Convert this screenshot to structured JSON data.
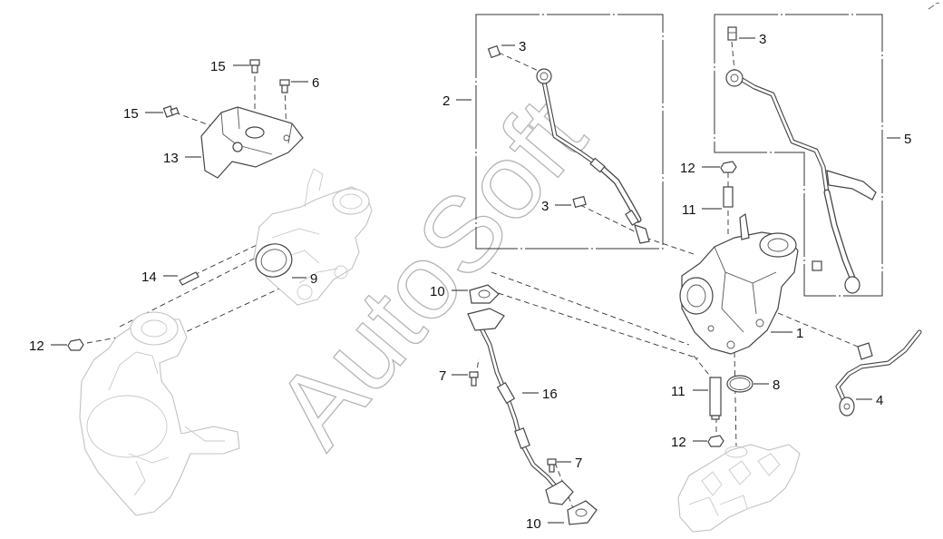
{
  "callouts": {
    "c15a": "15",
    "c6": "6",
    "c15b": "15",
    "c13": "13",
    "c14": "14",
    "c9": "9",
    "c12a": "12",
    "c3a": "3",
    "c2": "2",
    "c3b": "3",
    "c3c": "3",
    "c5": "5",
    "c12b": "12",
    "c11a": "11",
    "c10a": "10",
    "c1": "1",
    "c4": "4",
    "c7a": "7",
    "c16": "16",
    "c11b": "11",
    "c8": "8",
    "c12c": "12",
    "c7b": "7",
    "c10b": "10"
  },
  "watermark": "AutoSoft",
  "colors": {
    "line": "#444444",
    "ghost": "#c2c2c2",
    "watermark": "#b5b5b5"
  }
}
